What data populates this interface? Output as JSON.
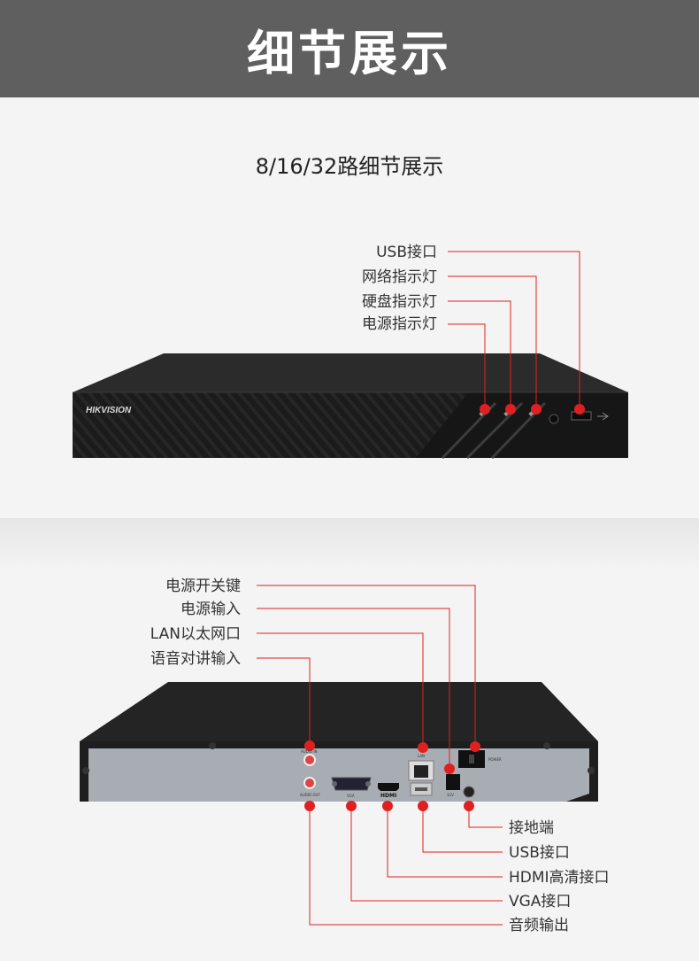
{
  "banner": {
    "title": "细节展示"
  },
  "subtitle": "8/16/32路细节展示",
  "front": {
    "brand": "HIKVISION",
    "callouts": [
      {
        "label": "USB接口"
      },
      {
        "label": "网络指示灯"
      },
      {
        "label": "硬盘指示灯"
      },
      {
        "label": "电源指示灯"
      }
    ]
  },
  "rear": {
    "callouts_top": [
      {
        "label": "电源开关键"
      },
      {
        "label": "电源输入"
      },
      {
        "label": "LAN以太网口"
      },
      {
        "label": "语音对讲输入"
      }
    ],
    "callouts_bottom": [
      {
        "label": "接地端"
      },
      {
        "label": "USB接口"
      },
      {
        "label": "HDMI高清接口"
      },
      {
        "label": "VGA接口"
      },
      {
        "label": "音频输出"
      }
    ],
    "panel_text": {
      "audio_in": "AUDIO IN",
      "audio_out": "AUDIO OUT",
      "vga": "VGA",
      "hdmi": "HDMI",
      "lan": "LAN",
      "dc": "12V",
      "power": "POWER"
    }
  },
  "colors": {
    "banner_bg": "#5f5f5f",
    "callout_red": "#e02020",
    "device_body": "#1c1c1c",
    "rear_panel": "#a8adb3"
  }
}
